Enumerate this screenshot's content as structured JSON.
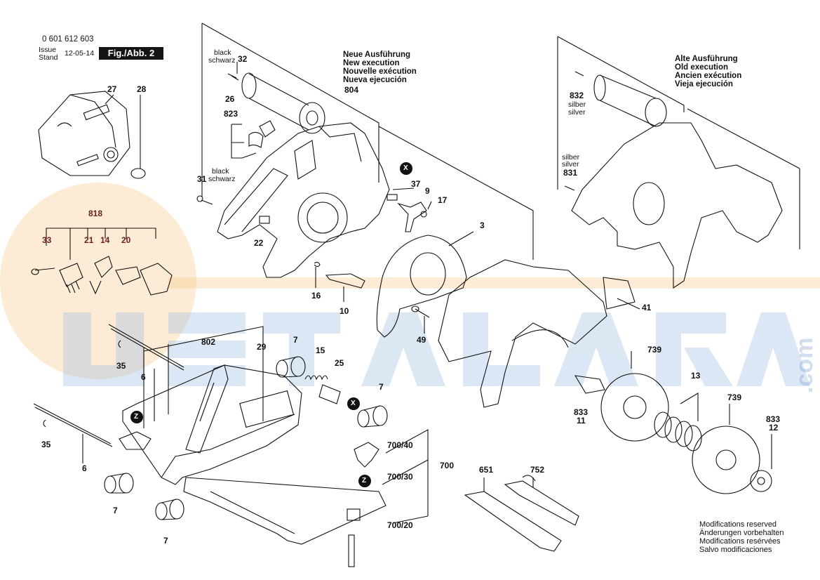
{
  "header": {
    "part_number": "0 601 612 603",
    "issue_label": "Issue",
    "stand_label": "Stand",
    "date": "12-05-14",
    "figure": "Fig./Abb. 2"
  },
  "new_version": {
    "lines": [
      "Neue Ausführung",
      "New execution",
      "Nouvelle exécution",
      "Nueva ejecución"
    ],
    "ref": "804"
  },
  "old_version": {
    "lines": [
      "Alte Ausführung",
      "Old execution",
      "Ancien exécution",
      "Vieja ejecución"
    ]
  },
  "color_notes": {
    "black_32": [
      "black",
      "schwarz"
    ],
    "black_31": [
      "black",
      "schwarz"
    ],
    "silver_832": [
      "silber",
      "silver"
    ],
    "silver_831": [
      "silber",
      "silver"
    ]
  },
  "part_labels": {
    "p27": "27",
    "p28": "28",
    "p32": "32",
    "p26": "26",
    "p823": "823",
    "p31": "31",
    "p832": "832",
    "p831": "831",
    "p22": "22",
    "p37": "37",
    "p9": "9",
    "p17": "17",
    "p3": "3",
    "p16": "16",
    "p10": "10",
    "p49": "49",
    "p41": "41",
    "p739a": "739",
    "p739b": "739",
    "p13": "13",
    "p833a": "833",
    "p11": "11",
    "p833b": "833",
    "p12": "12",
    "p802": "802",
    "p29": "29",
    "p7a": "7",
    "p15": "15",
    "p25": "25",
    "p7b": "7",
    "p35a": "35",
    "p6a": "6",
    "p35b": "35",
    "p6b": "6",
    "p7c": "7",
    "p7d": "7",
    "p700_40": "700/40",
    "p700_30": "700/30",
    "p700": "700",
    "p700_20": "700/20",
    "p651": "651",
    "p752": "752"
  },
  "kit_818": {
    "main": "818",
    "items": [
      "33",
      "21",
      "14",
      "20"
    ]
  },
  "markers": {
    "x": "X",
    "z": "Z"
  },
  "footer_notes": [
    "Modifications reserved",
    "Änderungen vorbehalten",
    "Modifications resérvées",
    "Salvo modificaciones"
  ],
  "watermark": {
    "text": "USTALARA",
    "suffix": ".com"
  },
  "colors": {
    "line": "#111111",
    "label_red": "#6b1f1f",
    "watermark_orange": "#f5c98a",
    "watermark_blue": "#9bbbe0"
  }
}
